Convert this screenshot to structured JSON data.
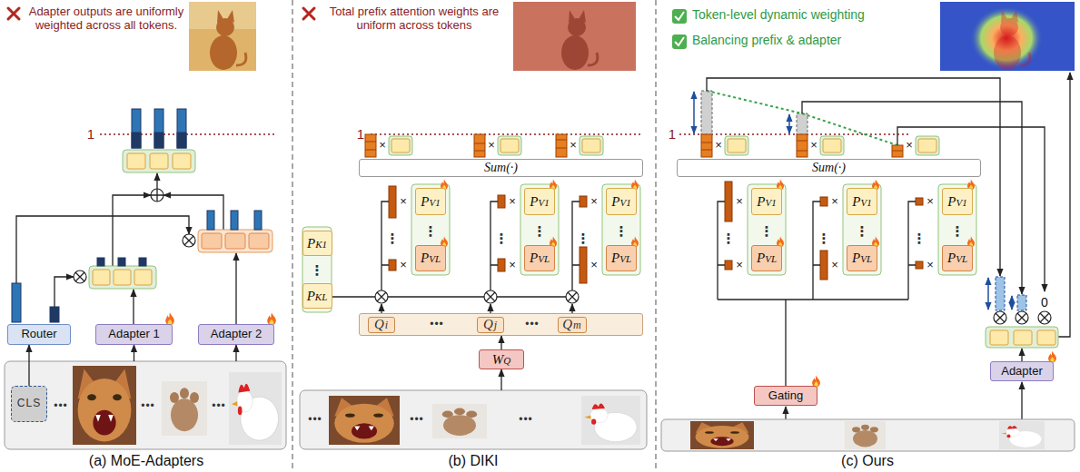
{
  "diagram": {
    "nodes": [
      {
        "text": [
          "•••",
          "•••",
          "•••"
        ]
      },
      {
        "text": [
          "CLS"
        ],
        "in": 0
      },
      {
        "text": [
          "Router"
        ]
      },
      {
        "text": [
          "Adapter 1"
        ]
      },
      {
        "text": [
          "Adapter 2"
        ]
      },
      {
        "text": [
          "•••",
          "•••",
          "•••"
        ]
      },
      {
        "text": [
          "WQ"
        ]
      },
      {
        "text": [
          "•••",
          "•••"
        ]
      },
      {
        "text": [
          "Qi"
        ],
        "in": 7
      },
      {
        "text": [
          "Qj"
        ],
        "in": 7
      },
      {
        "text": [
          "Qm"
        ],
        "in": 7
      },
      {
        "text": [
          "PK1"
        ]
      },
      {
        "text": [
          "PKL"
        ]
      },
      {
        "text": [
          "Sum(·)"
        ]
      },
      {
        "text": [
          "PV1"
        ]
      },
      {
        "text": [
          "PVL"
        ]
      },
      {
        "text": [
          "PV1"
        ]
      },
      {
        "text": [
          "PVL"
        ]
      },
      {
        "text": [
          "PV1"
        ]
      },
      {
        "text": [
          "PVL"
        ]
      },
      {
        "text": [
          "Sum(·)"
        ]
      },
      {
        "text": [
          "PV1"
        ]
      },
      {
        "text": [
          "PVL"
        ]
      },
      {
        "text": [
          "PV1"
        ]
      },
      {
        "text": [
          "PVL"
        ]
      },
      {
        "text": [
          "PV1"
        ]
      },
      {
        "text": [
          "PVL"
        ]
      },
      {
        "text": [
          "Gating"
        ]
      },
      {
        "text": [
          "Adapter"
        ]
      }
    ],
    "edges": [
      {
        "from": 0,
        "to": 3,
        "arrow": "to"
      },
      {
        "from": 0,
        "to": 4,
        "arrow": "to"
      },
      {
        "from": 1,
        "to": 2,
        "arrow": "to"
      },
      {
        "from": 5,
        "to": 6,
        "arrow": "to"
      },
      {
        "from": 6,
        "to": 7,
        "arrow": "to"
      }
    ],
    "labels": [
      "Adapter outputs are uniformly weighted across all tokens.",
      "1",
      "(a) MoE-Adapters",
      "Total prefix attention weights are uniform across tokens",
      "1",
      "×",
      "×",
      "×",
      "×",
      "×",
      "×",
      "×",
      "×",
      "×",
      "⋮",
      "⋮",
      "⋮",
      "⋮",
      "⋮",
      "⋮",
      "⋮",
      "(b) DIKI",
      "Token-level dynamic weighting",
      "Balancing prefix & adapter",
      "1",
      "×",
      "×",
      "×",
      "×",
      "×",
      "×",
      "×",
      "×",
      "×",
      "⋮",
      "⋮",
      "⋮",
      "⋮",
      "⋮",
      "⋮",
      "0",
      "(c) Ours"
    ]
  }
}
